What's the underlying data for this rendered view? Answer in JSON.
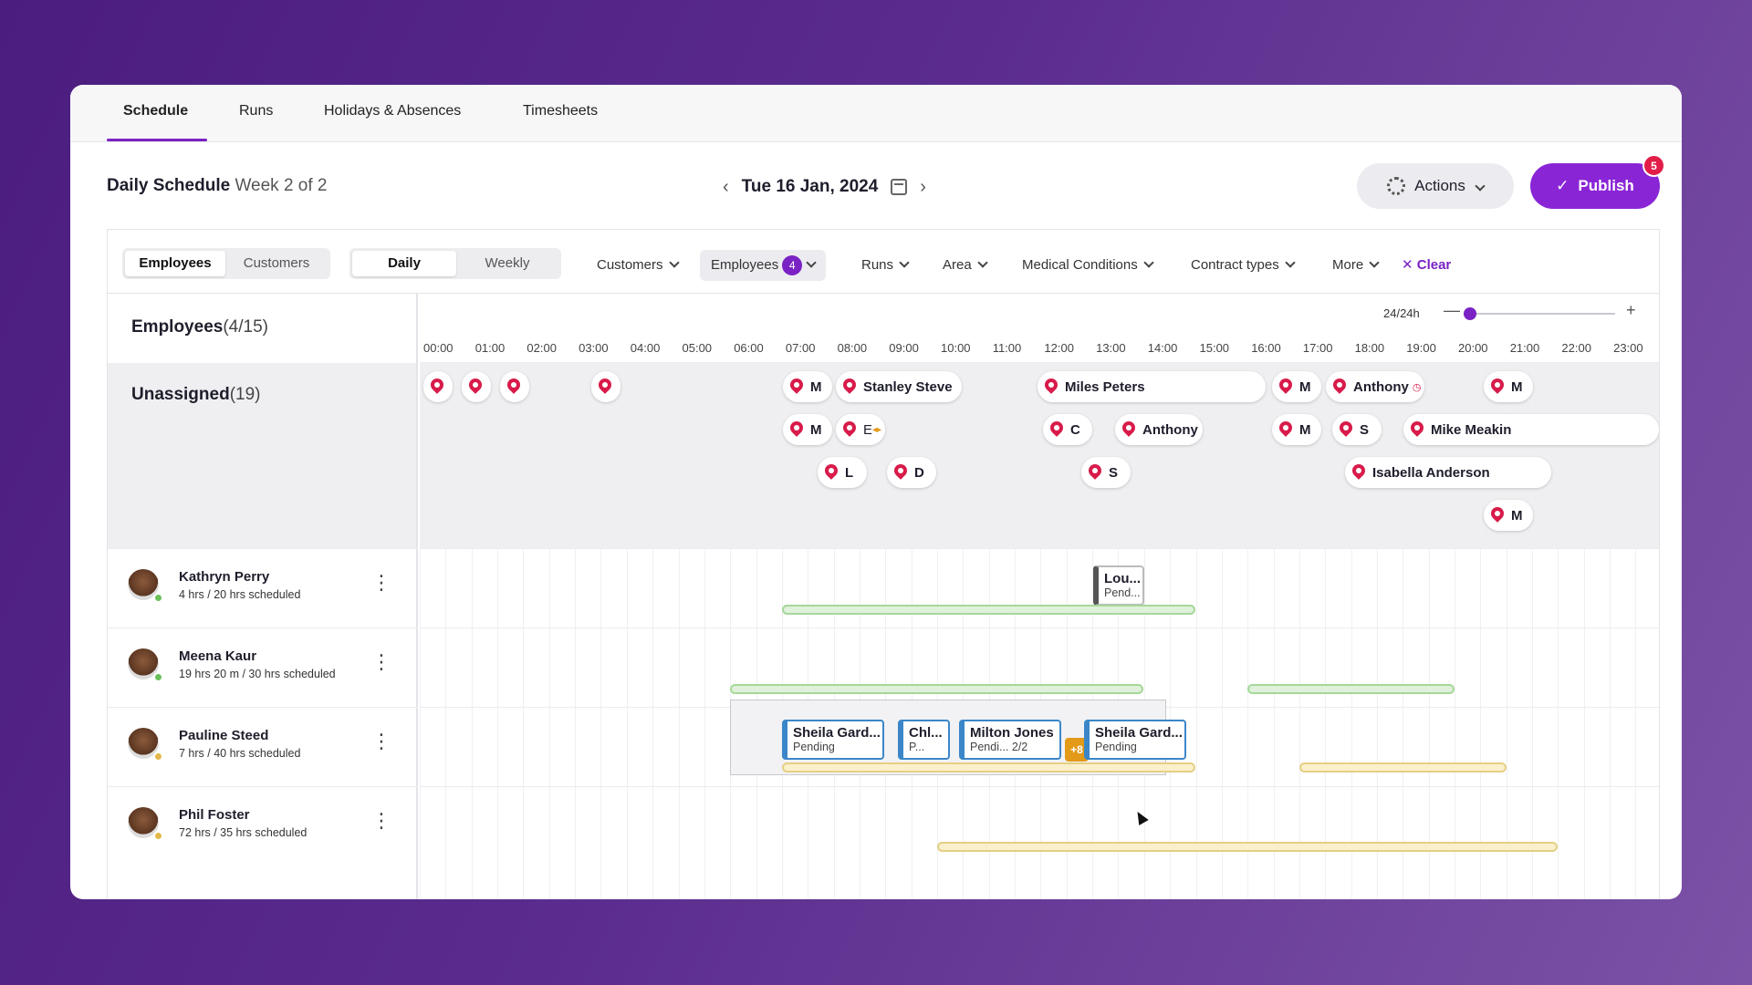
{
  "tabs": [
    "Schedule",
    "Runs",
    "Holidays & Absences",
    "Timesheets"
  ],
  "header": {
    "title": "Daily Schedule",
    "week": "Week 2 of 2",
    "date": "Tue 16 Jan, 2024",
    "actions_label": "Actions",
    "publish_label": "Publish",
    "publish_badge": "5"
  },
  "toggles": {
    "view_entity": [
      "Employees",
      "Customers"
    ],
    "view_period": [
      "Daily",
      "Weekly"
    ]
  },
  "filters": {
    "customers": "Customers",
    "employees": "Employees",
    "employees_count": "4",
    "runs": "Runs",
    "area": "Area",
    "medical": "Medical Conditions",
    "contract": "Contract types",
    "more": "More",
    "clear": "Clear"
  },
  "left": {
    "employees_label": "Employees",
    "employees_count": "(4/15)",
    "unassigned_label": "Unassigned",
    "unassigned_count": "(19)"
  },
  "employees": [
    {
      "name": "Kathryn Perry",
      "hours": "4 hrs / 20 hrs scheduled",
      "status_color": "#6bbf59"
    },
    {
      "name": "Meena Kaur",
      "hours": "19 hrs 20 m / 30 hrs scheduled",
      "status_color": "#6bbf59"
    },
    {
      "name": "Pauline Steed",
      "hours": "7 hrs / 40 hrs scheduled",
      "status_color": "#e2b84a"
    },
    {
      "name": "Phil Foster",
      "hours": "72 hrs / 35 hrs scheduled",
      "status_color": "#e2b84a"
    }
  ],
  "zoom": {
    "label": "24/24h",
    "minus": "—",
    "plus": "+"
  },
  "hours": [
    "00:00",
    "01:00",
    "02:00",
    "03:00",
    "04:00",
    "05:00",
    "06:00",
    "07:00",
    "08:00",
    "09:00",
    "10:00",
    "11:00",
    "12:00",
    "13:00",
    "14:00",
    "15:00",
    "16:00",
    "17:00",
    "18:00",
    "19:00",
    "20:00",
    "21:00",
    "22:00",
    "23:00"
  ],
  "unassigned_pins": [
    "",
    "",
    "",
    "",
    "M",
    "Stanley Steve",
    "Miles Peters",
    "M",
    "Anthony",
    "M",
    "M",
    "E",
    "C",
    "Anthony",
    "M",
    "S",
    "Mike Meakin",
    "L",
    "D",
    "S",
    "Isabella Anderson",
    "M"
  ],
  "shifts": {
    "kathryn": {
      "name": "Lou...",
      "status": "Pend..."
    },
    "pauline": [
      {
        "name": "Sheila Gard...",
        "status": "Pending"
      },
      {
        "name": "Chl...",
        "status": "P..."
      },
      {
        "name": "Milton Jones",
        "status": "Pendi... 2/2"
      },
      {
        "name": "Sheila Gard...",
        "status": "Pending"
      }
    ],
    "pauline_more": "+8"
  },
  "colors": {
    "accent": "#7a22c4",
    "publish": "#8a25d6",
    "badge": "#e11d48",
    "pin": "#d81b4a"
  }
}
